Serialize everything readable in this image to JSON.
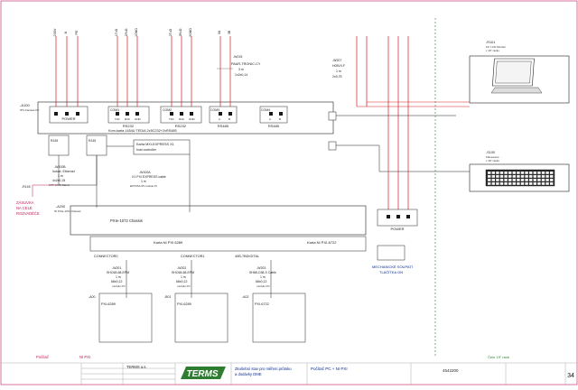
{
  "colors": {
    "line": "#222222",
    "wire": "#d81b1b",
    "frame": "#c2185b",
    "rack": "#2e7d32",
    "accent": "#1040c0"
  },
  "power_top": {
    "labels": [
      "230V",
      "N",
      "PE"
    ],
    "box": "POWER"
  },
  "pc_block": {
    "ref": "-A100",
    "desc": "IPC-Fanless PC"
  },
  "card": {
    "title": "Kom.karta 1454U TEDIA 2x5C232+2xRS485",
    "ports": [
      {
        "name": "COM1",
        "group": "RS232",
        "pins": [
          "TxD",
          "RxD",
          "GND"
        ],
        "wires": [
          "1TxD",
          "1RxD",
          "1GND"
        ]
      },
      {
        "name": "COM2",
        "group": "RS232",
        "pins": [
          "TxD",
          "RxD",
          "GND"
        ],
        "wires": [
          "2TxD",
          "2RxD",
          "2GND"
        ]
      },
      {
        "name": "COM3",
        "group": "RS485",
        "pins": [
          "A",
          "B"
        ],
        "wires": [
          "3A",
          "3B"
        ]
      },
      {
        "name": "COM4",
        "group": "RS485",
        "pins": [
          "A",
          "B"
        ],
        "wires": []
      }
    ]
  },
  "cables": {
    "w215": [
      "-W215",
      "PAAR-TRONIC-CY",
      "3 m",
      "1x2x0,14"
    ],
    "w207": [
      "-W207",
      "H05VV-F",
      "1 m",
      "2x0,75"
    ],
    "w100b": [
      "-W100B",
      "Indust. Ethernet",
      "1 m",
      "4x2x0,15",
      "FTP CAT5 Stand"
    ],
    "w100a": [
      "-W100A",
      "X1 PXI EXPRESS cable",
      "1 m",
      "EPXI/SA 05 module PI"
    ],
    "w201": [
      "-W201",
      "SHC68-68-EPM",
      "1 m",
      "68x0,12",
      "modulu PC"
    ],
    "w202": [
      "-W202",
      "SHC68-68-EPM",
      "1 m",
      "68x0,12",
      "modulu PC"
    ],
    "w203": [
      "-W203",
      "SH68-C68-S Cable",
      "1 m",
      "68x0,12",
      "modulu PC"
    ]
  },
  "pxi_mxi": [
    "Karta MXI-EXPRESS X1",
    "host controller"
  ],
  "rj45": "RJ45",
  "r145": "-R145",
  "zasuvka": [
    "ZÁSUVKA",
    "NA CELÉ",
    "ROZVADĚČE"
  ],
  "chassis": {
    "ref": "-A200",
    "sub": "NI PXIe-1072 Chassis",
    "title": "PXIe-1072 Chassis"
  },
  "pxi_cards": [
    {
      "title": "Karta NI PXI 6289",
      "connectors": [
        "CONNECTOR0",
        "CONNECTOR1"
      ]
    },
    {
      "title": "Karta NI PXI-6722",
      "connectors": [
        "40B-7BDIGITAL"
      ]
    }
  ],
  "modules": [
    "PXI-6289",
    "PXI-6289",
    "PXI-6722"
  ],
  "module_refs": [
    "-A00",
    "-B01",
    "-A02"
  ],
  "pxi_power": "POWER",
  "mech": [
    "MECHANICKÉ SOUPATÍ",
    "TLAČÍTKA ON"
  ],
  "monitor": {
    "ref": "-R101",
    "desc": [
      "19\" LCD Monitor",
      "v 19\" racku"
    ]
  },
  "keyboard": {
    "ref": "-S100",
    "desc": [
      "Klávesnice",
      "v 19\" racku"
    ]
  },
  "rack_label": "Čelo 19\" rack",
  "bottom_labels": [
    "Počítač",
    "NI PXI"
  ],
  "title_block": {
    "company": "TERMS a.s.",
    "logo": "TERMS",
    "desc": [
      "Zkušební stav pro měření průtoku",
      "a dodávky DME"
    ],
    "drawing": "Počítač PC + NI PXI",
    "number": "4542200",
    "sheet": "34"
  }
}
